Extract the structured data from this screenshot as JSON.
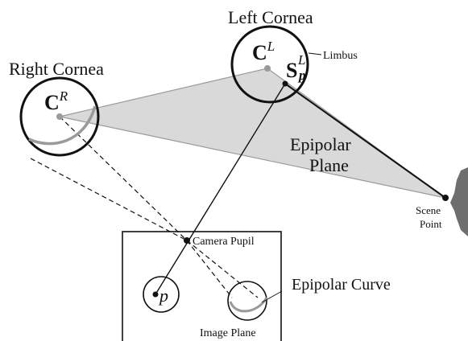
{
  "labels": {
    "left_cornea": "Left Cornea",
    "right_cornea": "Right Cornea",
    "limbus": "Limbus",
    "epipolar_plane_line1": "Epipolar",
    "epipolar_plane_line2": "Plane",
    "scene_point_line1": "Scene",
    "scene_point_line2": "Point",
    "camera_pupil": "Camera Pupil",
    "epipolar_curve": "Epipolar Curve",
    "image_plane": "Image Plane",
    "point_p": "p"
  },
  "symbols": {
    "center_left": {
      "base": "C",
      "sup": "L"
    },
    "center_right": {
      "base": "C",
      "sup": "R"
    },
    "surface_point": {
      "base": "S",
      "sup": "L",
      "sub": "p"
    }
  },
  "colors": {
    "plane_fill": "#d9d9d9",
    "curve_gray": "#9a9a9a",
    "ink": "#111111",
    "scene_object": "#6e6e6e"
  }
}
